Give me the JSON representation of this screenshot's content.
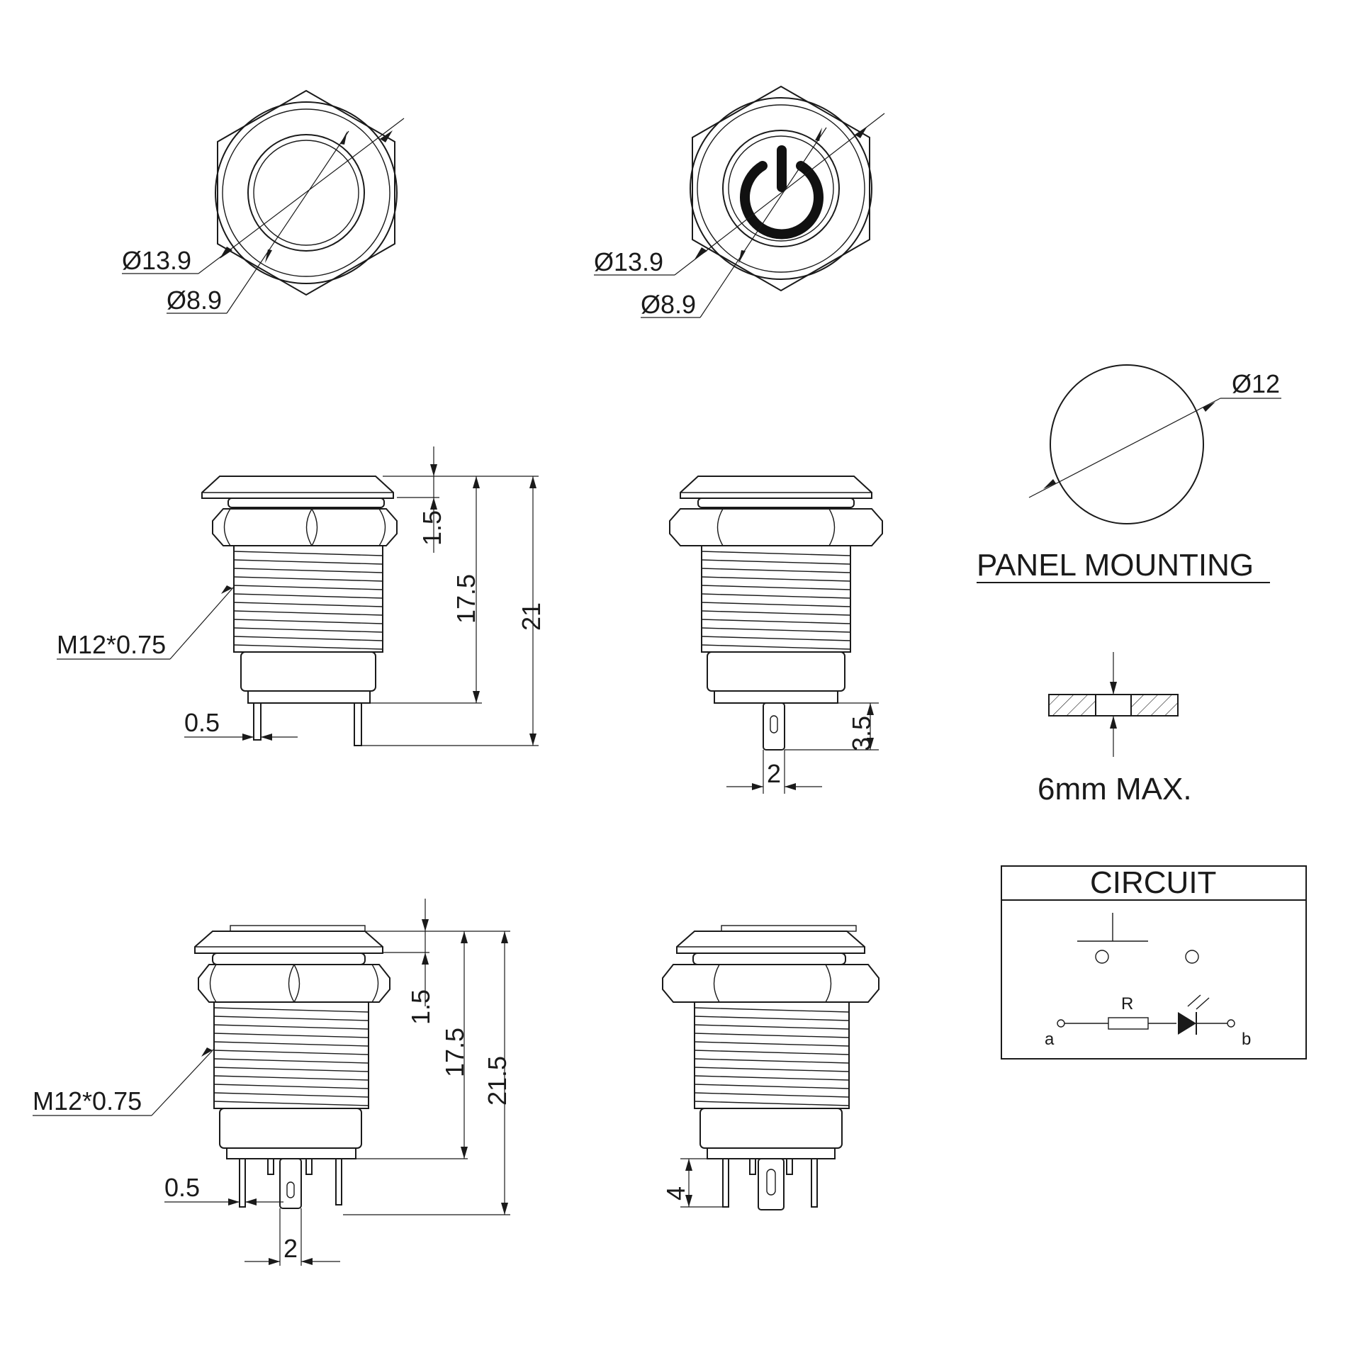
{
  "front_views": {
    "plain": {
      "outer_dia": "Ø13.9",
      "inner_dia": "Ø8.9"
    },
    "power_symbol": {
      "outer_dia": "Ø13.9",
      "inner_dia": "Ø8.9",
      "icon": "power-icon"
    }
  },
  "side_view_2pin": {
    "thread": "M12*0.75",
    "dim_head": "1.5",
    "dim_body": "17.5",
    "dim_total": "21",
    "dim_pin_width": "0.5",
    "dim_pin_pitch": "2",
    "dim_pin_length": "3.5"
  },
  "side_view_4pin": {
    "thread": "M12*0.75",
    "dim_head": "1.5",
    "dim_body": "17.5",
    "dim_total": "21.5",
    "dim_pin_width": "0.5",
    "dim_pin_pitch": "2",
    "dim_pin_length": "4"
  },
  "panel": {
    "hole_dia": "Ø12",
    "title": "PANEL MOUNTING",
    "thickness": "6mm MAX."
  },
  "circuit": {
    "title": "CIRCUIT",
    "resistor_label": "R",
    "terminal_a": "a",
    "terminal_b": "b"
  }
}
